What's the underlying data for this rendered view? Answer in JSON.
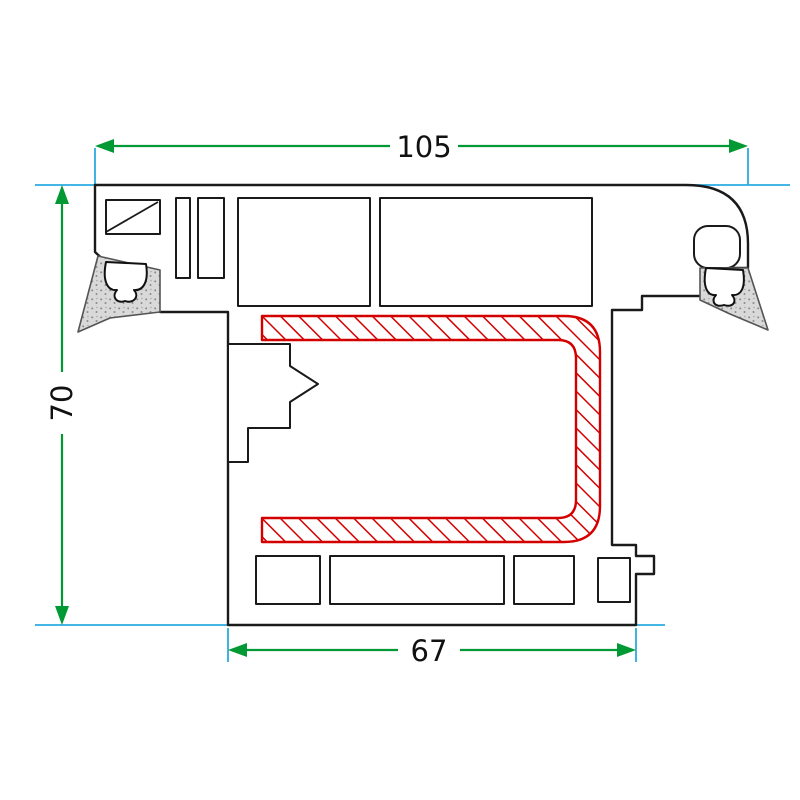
{
  "diagram": {
    "type": "technical-cross-section",
    "subject": "window-frame-profile",
    "dimensions": {
      "top_width": {
        "value": "105",
        "orientation": "horizontal",
        "position": "top"
      },
      "left_height": {
        "value": "70",
        "orientation": "vertical",
        "position": "left"
      },
      "bottom_width": {
        "value": "67",
        "orientation": "horizontal",
        "position": "bottom"
      }
    },
    "colors": {
      "dimension_green": "#009933",
      "extension_cyan": "#29abe2",
      "reinforcement_red": "#d40000",
      "outline_black": "#1a1a1a",
      "gasket_grey": "#d9d9d9",
      "background": "#ffffff"
    },
    "legend": {
      "hatched_region": "steel-reinforcement-channel",
      "speckled_region": "sealing-gasket"
    }
  }
}
